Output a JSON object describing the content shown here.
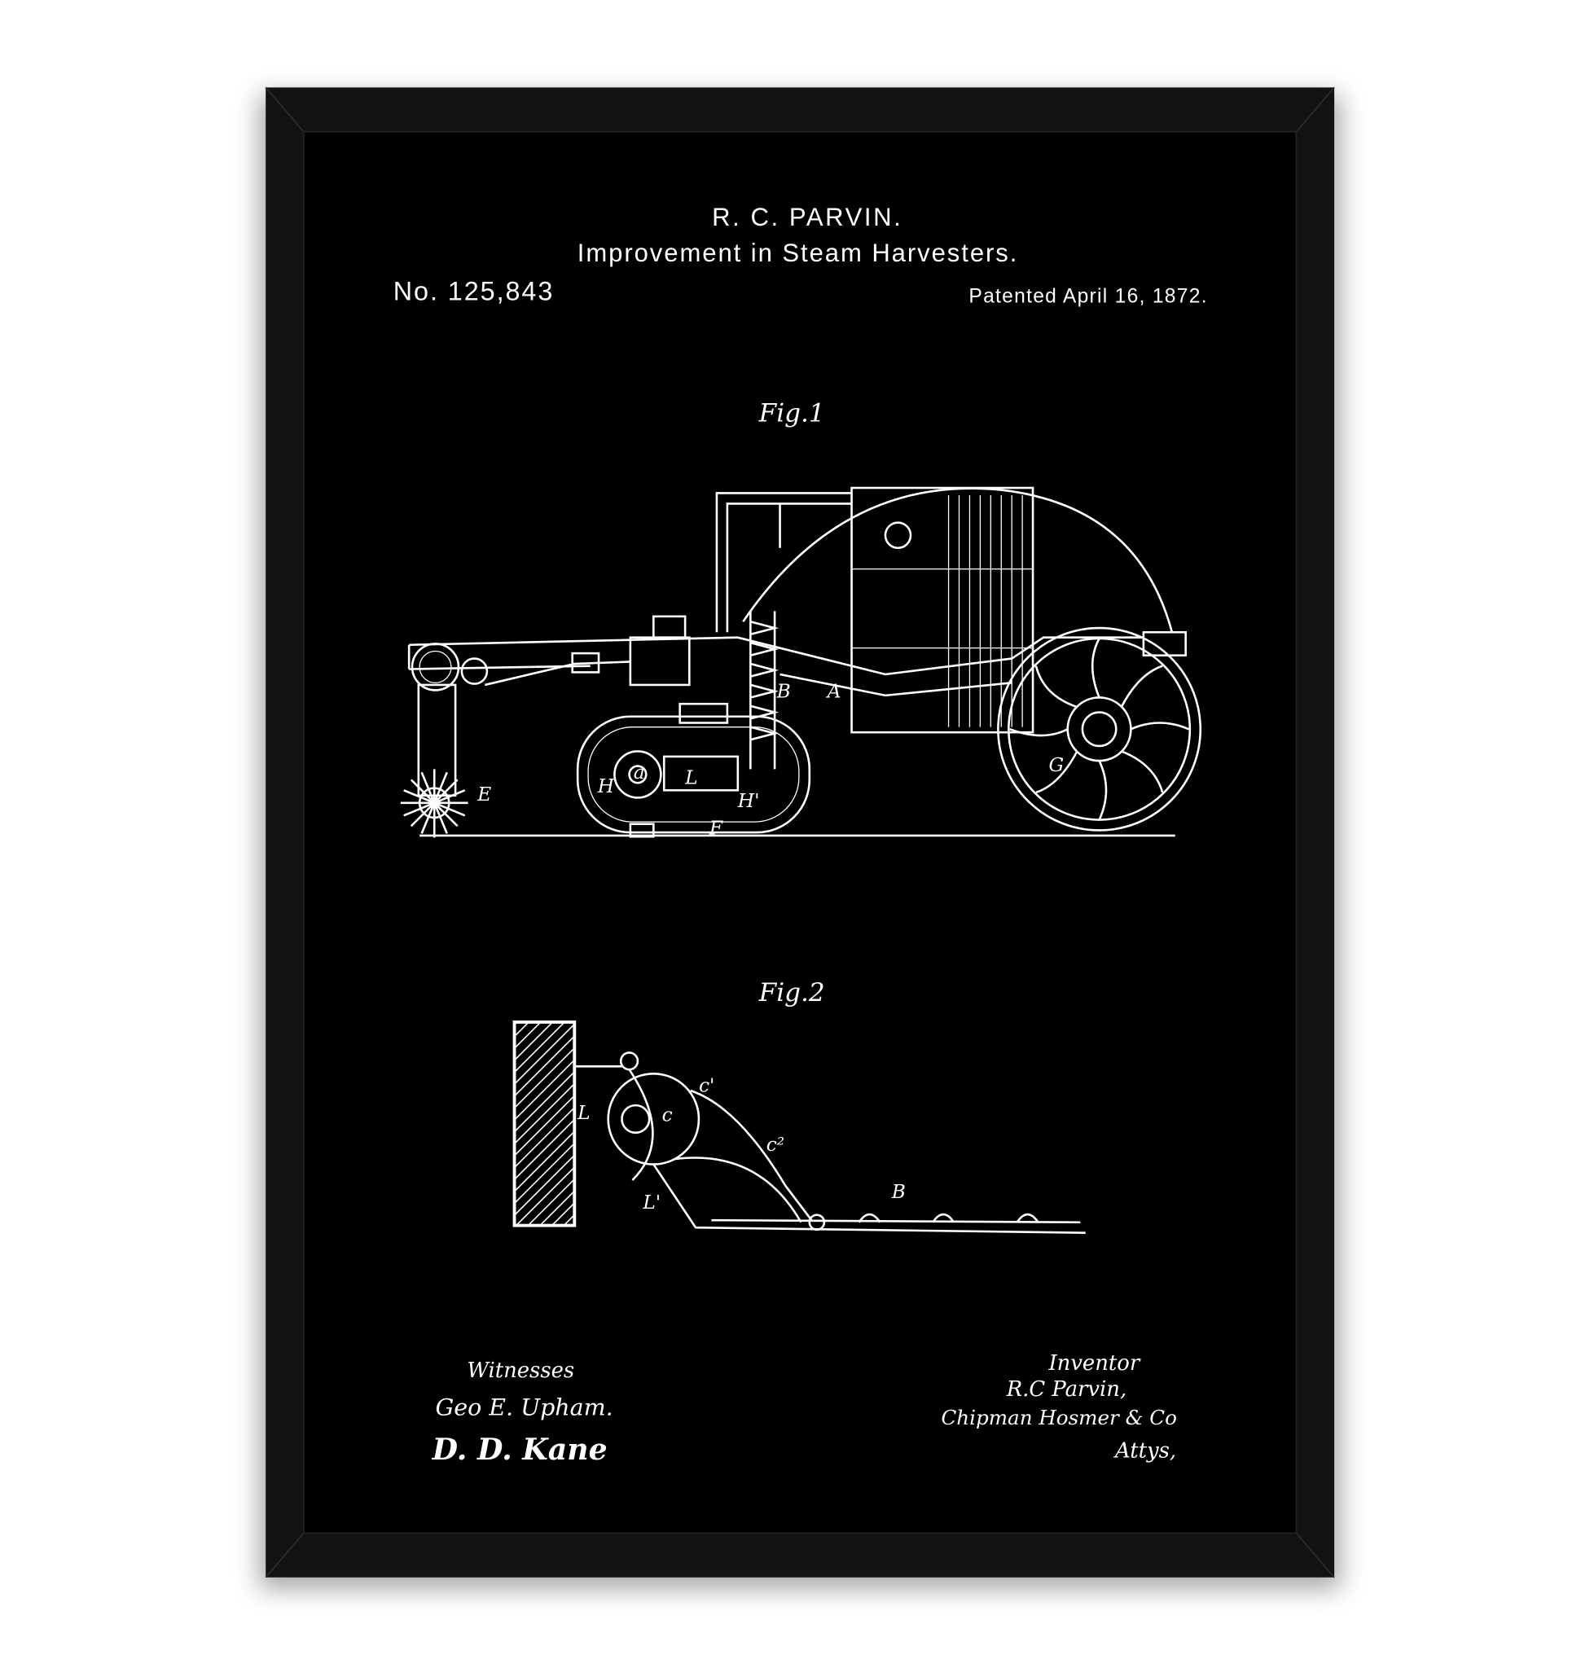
{
  "poster": {
    "inventor_name": "R. C. PARVIN.",
    "title": "Improvement in Steam Harvesters.",
    "patent_number": "No. 125,843",
    "patent_date": "Patented April 16, 1872."
  },
  "figures": {
    "fig1_label": "Fig.1",
    "fig2_label": "Fig.2",
    "fig1_letters": {
      "A": "A",
      "B": "B",
      "E": "E",
      "G": "G",
      "H": "H",
      "H2": "H'",
      "F": "F",
      "L": "L",
      "a": "a"
    },
    "fig2_letters": {
      "L": "L",
      "c": "c",
      "c1": "c'",
      "c2": "c²",
      "L2": "L'",
      "B": "B"
    }
  },
  "signatures": {
    "witnesses_label": "Witnesses",
    "witness_1": "Geo E. Upham.",
    "witness_2": "D. D. Kane",
    "inventor_label": "Inventor",
    "inventor_sig": "R.C Parvin,",
    "attorneys": "Chipman Hosmer & Co",
    "attys": "Attys,"
  },
  "colors": {
    "frame": "#111111",
    "mat": "#000000",
    "ink": "#ffffff",
    "background": "#ffffff"
  }
}
